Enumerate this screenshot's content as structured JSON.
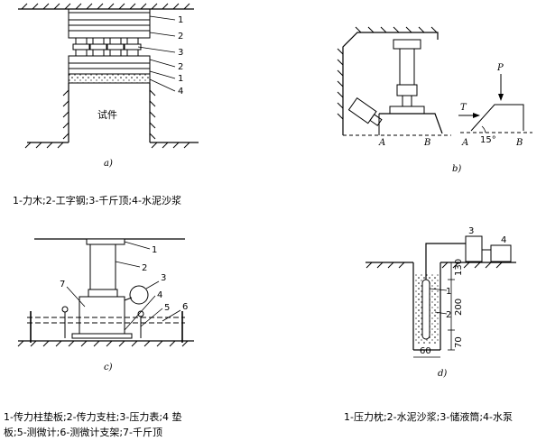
{
  "panel_a": {
    "label": "a)",
    "specimen": "试件",
    "callouts": [
      "1",
      "2",
      "3",
      "2",
      "1",
      "4"
    ],
    "caption": "1-力木;2-工字钢;3-千斤顶;4-水泥沙浆"
  },
  "panel_b": {
    "label": "b)",
    "P": "P",
    "T": "T",
    "A1": "A",
    "B1": "B",
    "A2": "A",
    "B2": "B",
    "angle": "15°"
  },
  "panel_c": {
    "label": "c)",
    "callouts": [
      "1",
      "2",
      "3",
      "4",
      "5",
      "6",
      "7"
    ],
    "caption_line1": "1-传力柱垫板;2-传力支柱;3-压力表;4 垫",
    "caption_line2": "板;5-测微计;6-测微计支架;7-千斤顶"
  },
  "panel_d": {
    "label": "d)",
    "callouts": [
      "3",
      "4",
      "1",
      "2"
    ],
    "dims": [
      "130",
      "200",
      "70",
      "60"
    ],
    "caption": "1-压力枕;2-水泥沙浆;3-储液筒;4-水泵"
  }
}
